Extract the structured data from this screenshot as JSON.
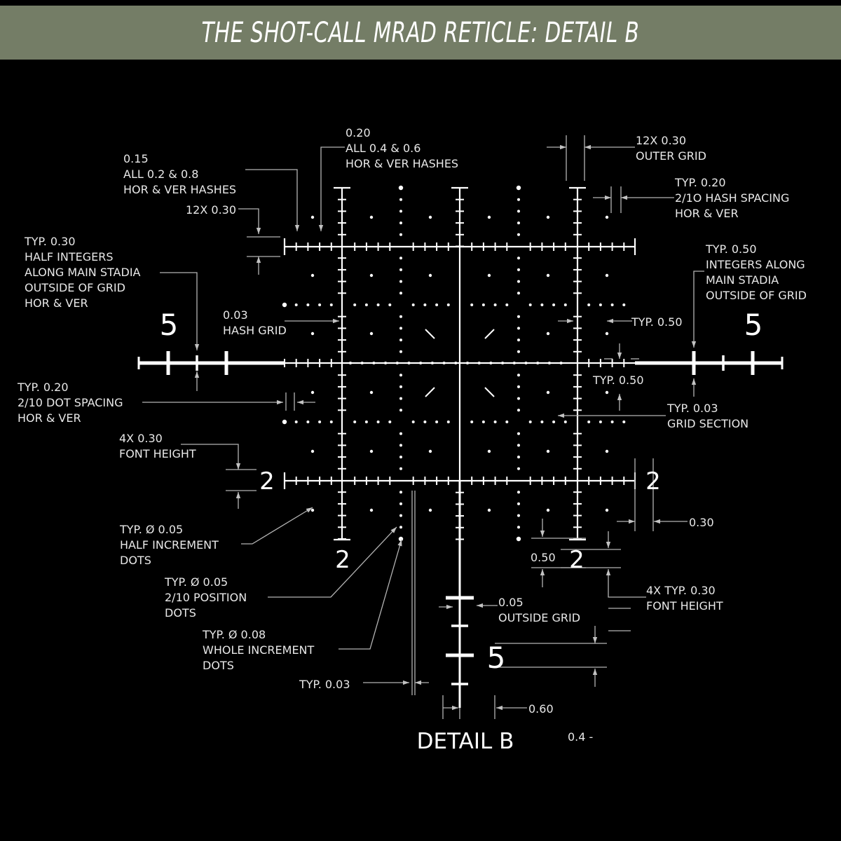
{
  "title": "THE SHOT-CALL MRAD RETICLE: DETAIL B",
  "colors": {
    "banner": "#747d66",
    "background": "#000000",
    "reticle": "#ffffff",
    "leader": "#b4b4b4",
    "text": "#e8e8e8"
  },
  "reticle_numbers": {
    "five": "5",
    "two": "2"
  },
  "detail_label": "DETAIL B",
  "page_footer": "0.4 -",
  "annotations": {
    "hash_015": [
      "0.15",
      "ALL 0.2 & 0.8",
      "HOR & VER HASHES"
    ],
    "hash_020": [
      "0.20",
      "ALL 0.4 & 0.6",
      "HOR & VER HASHES"
    ],
    "outer_grid": [
      "12X 0.30",
      "OUTER GRID"
    ],
    "hash_spacing": [
      "TYP. 0.20",
      "2/1O HASH SPACING",
      "HOR & VER"
    ],
    "left_12x": [
      "12X 0.30"
    ],
    "half_integers": [
      "TYP. 0.30",
      "HALF INTEGERS",
      "ALONG MAIN STADIA",
      "OUTSIDE OF GRID",
      "HOR & VER"
    ],
    "integers": [
      "TYP. 0.50",
      "INTEGERS ALONG",
      "MAIN STADIA",
      "OUTSIDE OF GRID"
    ],
    "hash_grid": [
      "0.03",
      "HASH GRID"
    ],
    "typ050_right": [
      "TYP. 0.50"
    ],
    "typ050_lower": [
      "TYP. 0.50"
    ],
    "dot_spacing": [
      "TYP. 0.20",
      "2/10 DOT SPACING",
      "HOR & VER"
    ],
    "grid_section": [
      "TYP. 0.03",
      "GRID SECTION"
    ],
    "font_height_left": [
      "4X 0.30",
      "FONT HEIGHT"
    ],
    "half_increment": [
      "TYP.  Ø 0.05",
      "HALF INCREMENT",
      "DOTS"
    ],
    "position_dots": [
      "TYP.  Ø 0.05",
      "2/10 POSITION",
      "DOTS"
    ],
    "whole_increment": [
      "TYP.  Ø 0.08",
      "WHOLE INCREMENT",
      "DOTS"
    ],
    "typ003_bottom": [
      "TYP. 0.03"
    ],
    "val_030": [
      "0.30"
    ],
    "val_050": [
      "0.50"
    ],
    "font_height_right": [
      "4X TYP. 0.30",
      "FONT HEIGHT"
    ],
    "outside_grid": [
      "0.05",
      "OUTSIDE GRID"
    ],
    "val_060": [
      "0.60"
    ]
  }
}
